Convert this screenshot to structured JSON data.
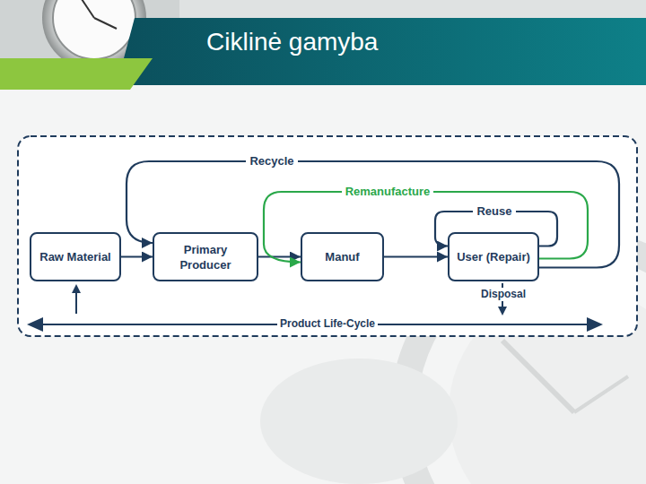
{
  "diagram": {
    "title": "Ciklinė gamyba",
    "nodes": [
      {
        "text": [
          "Raw Material"
        ]
      },
      {
        "text": [
          "Primary Producer"
        ]
      },
      {
        "text": [
          "Manuf"
        ]
      },
      {
        "text": [
          "User (Repair)"
        ]
      }
    ],
    "edges": [
      {
        "from": 0,
        "to": 1,
        "arrow": "to"
      },
      {
        "from": 1,
        "to": 2,
        "arrow": "to"
      },
      {
        "from": 2,
        "to": 3,
        "arrow": "to"
      },
      {
        "from": 3,
        "to": 1,
        "label": "Recycle",
        "arrow": "to"
      },
      {
        "from": 3,
        "to": 2,
        "label": "Remanufacture",
        "arrow": "to"
      },
      {
        "from": 3,
        "to": 3,
        "label": "Reuse",
        "arrow": "to"
      }
    ],
    "labels": [
      "Disposal",
      "Product Life-Cycle"
    ]
  }
}
